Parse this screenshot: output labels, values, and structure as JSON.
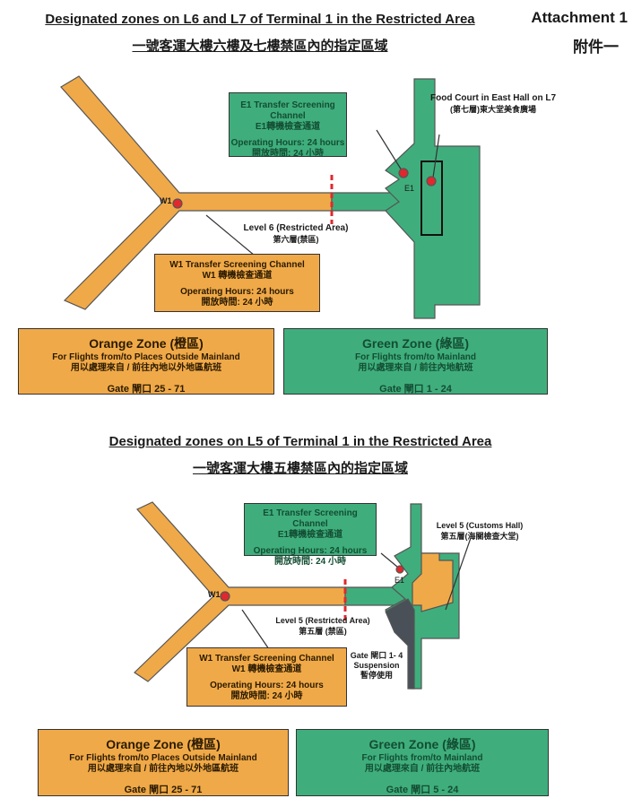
{
  "attachment": {
    "en": "Attachment 1",
    "zh": "附件一"
  },
  "top": {
    "title_en": "Designated zones on L6 and L7 of Terminal 1 in the Restricted Area",
    "title_zh": "一號客運大樓六樓及七樓禁區內的指定區域",
    "e1_box": {
      "title_en": "E1 Transfer Screening Channel",
      "title_zh": "E1轉機檢查通道",
      "hours_en": "Operating Hours: 24 hours",
      "hours_zh": "開放時間: 24 小時"
    },
    "w1_box": {
      "title_en": "W1 Transfer Screening Channel",
      "title_zh": "W1 轉機檢查通道",
      "hours_en": "Operating Hours: 24 hours",
      "hours_zh": "開放時間: 24 小時"
    },
    "food_court": {
      "en": "Food Court in East Hall on L7",
      "zh": "(第七層)東大堂美食廣場"
    },
    "level_label": {
      "en": "Level 6 (Restricted Area)",
      "zh": "第六層(禁區)"
    },
    "w1": "W1",
    "e1": "E1",
    "orange_zone": {
      "title": "Orange Zone (橙區)",
      "desc_en": "For Flights from/to Places Outside Mainland",
      "desc_zh": "用以處理來自 / 前往內地以外地區航班",
      "gate": "Gate 閘口 25 - 71"
    },
    "green_zone": {
      "title": "Green Zone (綠區)",
      "desc_en": "For Flights from/to Mainland",
      "desc_zh": "用以處理來自 / 前往內地航班",
      "gate": "Gate 閘口 1 - 24"
    }
  },
  "bottom": {
    "title_en": "Designated zones on L5 of Terminal 1 in the Restricted Area",
    "title_zh": "一號客運大樓五樓禁區內的指定區域",
    "e1_box": {
      "title_en": "E1 Transfer Screening Channel",
      "title_zh": "E1轉機檢查通道",
      "hours_en": "Operating Hours: 24 hours",
      "hours_zh": "開放時間: 24 小時"
    },
    "w1_box": {
      "title_en": "W1 Transfer Screening Channel",
      "title_zh": "W1 轉機檢查通道",
      "hours_en": "Operating Hours: 24 hours",
      "hours_zh": "開放時間: 24 小時"
    },
    "customs": {
      "en": "Level 5 (Customs Hall)",
      "zh": "第五層(海關檢查大堂)"
    },
    "level_label": {
      "en": "Level 5 (Restricted Area)",
      "zh": "第五層 (禁區)"
    },
    "suspension": {
      "gate": "Gate 閘口 1- 4",
      "en": "Suspension",
      "zh": "暫停使用"
    },
    "w1": "W1",
    "e1": "E1",
    "orange_zone": {
      "title": "Orange Zone (橙區)",
      "desc_en": "For Flights from/to Places Outside Mainland",
      "desc_zh": "用以處理來自 / 前往內地以外地區航班",
      "gate": "Gate 閘口 25 - 71"
    },
    "green_zone": {
      "title": "Green Zone (綠區)",
      "desc_en": "For Flights from/to Mainland",
      "desc_zh": "用以處理來自 / 前往內地航班",
      "gate": "Gate 閘口 5 - 24"
    }
  },
  "colors": {
    "green": "#3fae7c",
    "orange": "#f0a948",
    "red": "#e0282e",
    "grey": "#4a5058"
  }
}
